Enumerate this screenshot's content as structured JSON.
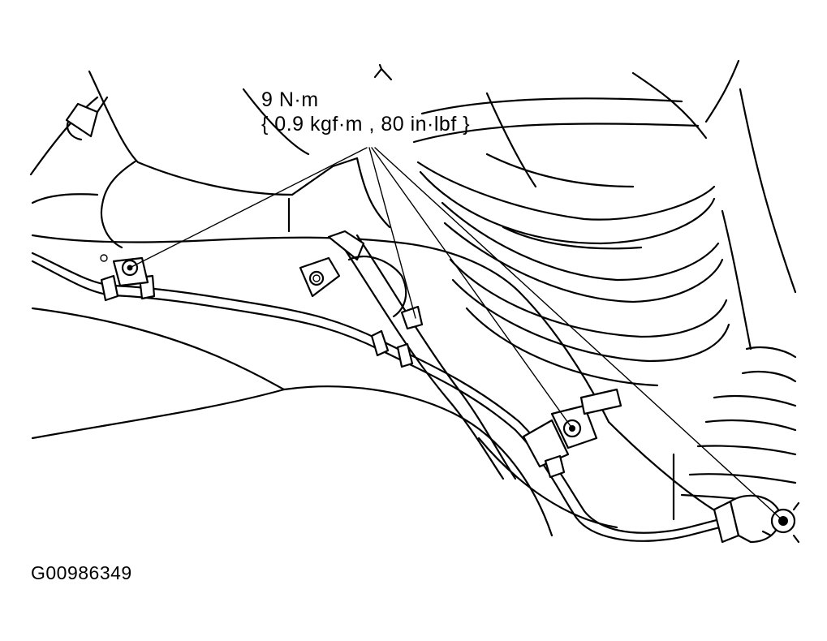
{
  "figure": {
    "torque_line1": "9 N·m",
    "torque_line2": "{ 0.9  kgf·m , 80 in·lbf }",
    "figure_code": "G00986349"
  }
}
